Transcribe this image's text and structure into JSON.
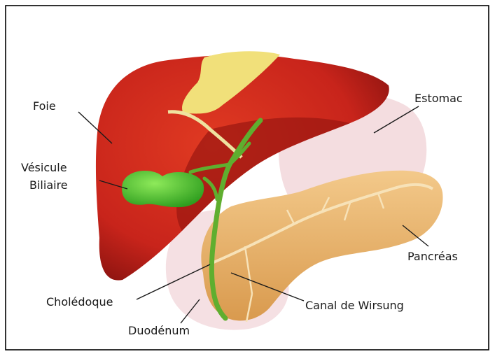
{
  "labels": {
    "foie": "Foie",
    "vesicule_line1": "Vésicule",
    "vesicule_line2": "Biliaire",
    "estomac": "Estomac",
    "pancreas": "Pancréas",
    "choledoque": "Cholédoque",
    "canal_wirsung": "Canal de Wirsung",
    "duodenum": "Duodénum"
  },
  "colors": {
    "liver": "#c8241b",
    "liver_dark": "#8e1410",
    "gallbladder": "#3fc22b",
    "bile_duct": "#5fae2f",
    "stomach": "#f0d2d6",
    "pancreas": "#e7b06a",
    "pancreas_duct": "#f7e2b8",
    "fat": "#f1e07a",
    "border": "#000000"
  }
}
